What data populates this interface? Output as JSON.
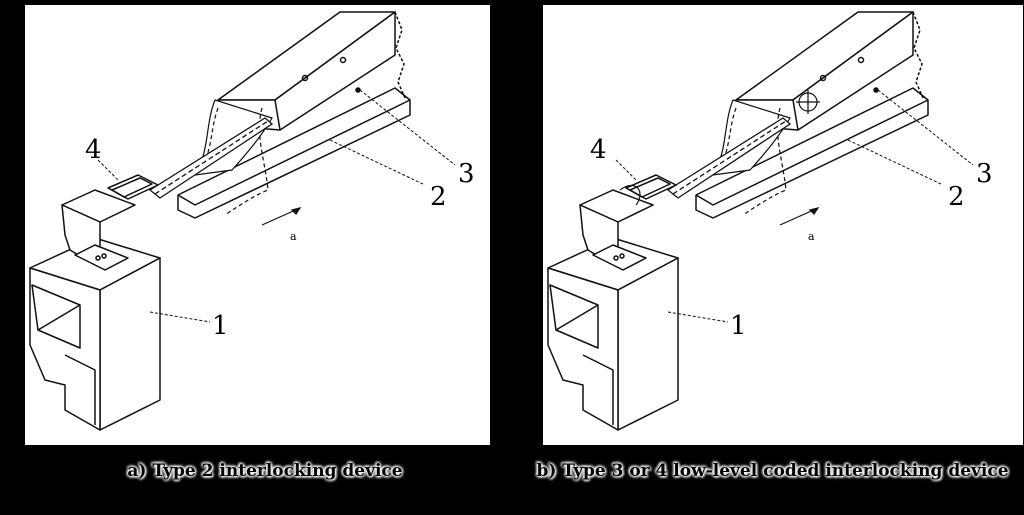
{
  "colors": {
    "background": "#000000",
    "line": "#111111",
    "fill": "#ffffff"
  },
  "figure_a": {
    "caption": "a) Type 2 interlocking device",
    "labels": {
      "p1": "1",
      "p2": "2",
      "p3": "3",
      "p4": "4"
    },
    "arrow_label": "a"
  },
  "figure_b": {
    "caption": "b) Type 3 or 4 low-level coded interlocking device",
    "labels": {
      "p1": "1",
      "p2": "2",
      "p3": "3",
      "p4": "4"
    },
    "arrow_label": "a"
  }
}
